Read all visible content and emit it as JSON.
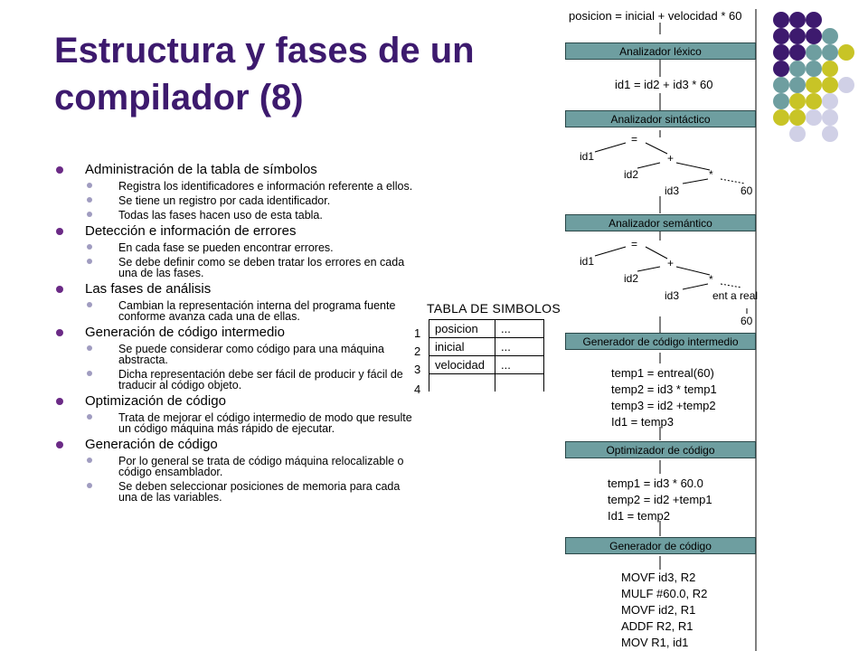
{
  "title": "Estructura y fases de un compilador (8)",
  "bullets": [
    {
      "text": "Administración de la tabla de símbolos",
      "subs": [
        "Registra los identificadores e información referente a ellos.",
        "Se tiene un registro por cada identificador.",
        "Todas las fases hacen uso de esta tabla."
      ]
    },
    {
      "text": "Detección e información de errores",
      "subs": [
        "En cada fase se pueden encontrar errores.",
        "Se debe definir como se deben tratar los errores en cada una de las fases."
      ]
    },
    {
      "text": "Las fases de análisis",
      "subs": [
        "Cambian la representación interna del programa fuente conforme avanza cada una de ellas."
      ]
    },
    {
      "text": "Generación de código intermedio",
      "subs": [
        "Se puede considerar como código para una máquina abstracta.",
        "Dicha representación debe ser fácil de producir y fácil de traducir al código objeto."
      ]
    },
    {
      "text": "Optimización de código",
      "subs": [
        "Trata de mejorar el código intermedio de modo que resulte un código máquina más rápido de ejecutar."
      ]
    },
    {
      "text": "Generación de código",
      "subs": [
        "Por lo general se trata de código máquina relocalizable o código ensamblador.",
        "Se deben seleccionar posiciones de memoria para cada una de las variables."
      ]
    }
  ],
  "symbol_table": {
    "title": "TABLA DE SIMBOLOS",
    "rows": [
      {
        "num": "1",
        "name": "posicion",
        "info": "..."
      },
      {
        "num": "2",
        "name": "inicial",
        "info": "..."
      },
      {
        "num": "3",
        "name": "velocidad",
        "info": "..."
      },
      {
        "num": "4",
        "name": "",
        "info": ""
      }
    ]
  },
  "pipeline": {
    "source": "posicion = inicial + velocidad * 60",
    "phases": [
      "Analizador léxico",
      "Analizador sintáctico",
      "Analizador semántico",
      "Generador de código intermedio",
      "Optimizador de código",
      "Generador de código"
    ],
    "tokens": "id1 = id2 + id3 * 60",
    "syntax_tree": {
      "eq": "=",
      "id1": "id1",
      "plus": "+",
      "id2": "id2",
      "star": "*",
      "id3": "id3",
      "num": "60"
    },
    "semantic_tree": {
      "eq": "=",
      "id1": "id1",
      "plus": "+",
      "id2": "id2",
      "star": "*",
      "id3": "id3",
      "conv": "ent a real",
      "num": "60"
    },
    "intermediate": [
      "temp1 = entreal(60)",
      "temp2 = id3 * temp1",
      "temp3 = id2 +temp2",
      "Id1 = temp3"
    ],
    "optimized": [
      "temp1 = id3 * 60.0",
      "temp2 = id2 +temp1",
      "Id1 = temp2"
    ],
    "target": [
      "MOVF id3, R2",
      "MULF #60.0, R2",
      "MOVF id2, R1",
      "ADDF R2, R1",
      "MOV R1, id1"
    ]
  },
  "colors": {
    "title": "#3d1a6e",
    "phase_box": "#6e9ea0",
    "dot_purple": "#3d1a6e",
    "dot_teal": "#6e9ea0",
    "dot_olive": "#c8c426",
    "dot_lavender": "#d0d0e6"
  }
}
